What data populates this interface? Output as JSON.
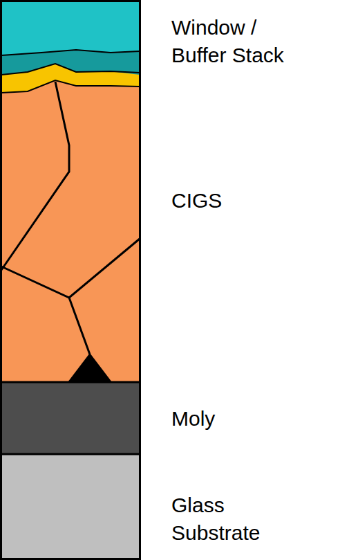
{
  "diagram": {
    "labels": [
      "Window / Buffer Stack",
      "CIGS",
      "Moly",
      "Glass Substrate"
    ]
  }
}
